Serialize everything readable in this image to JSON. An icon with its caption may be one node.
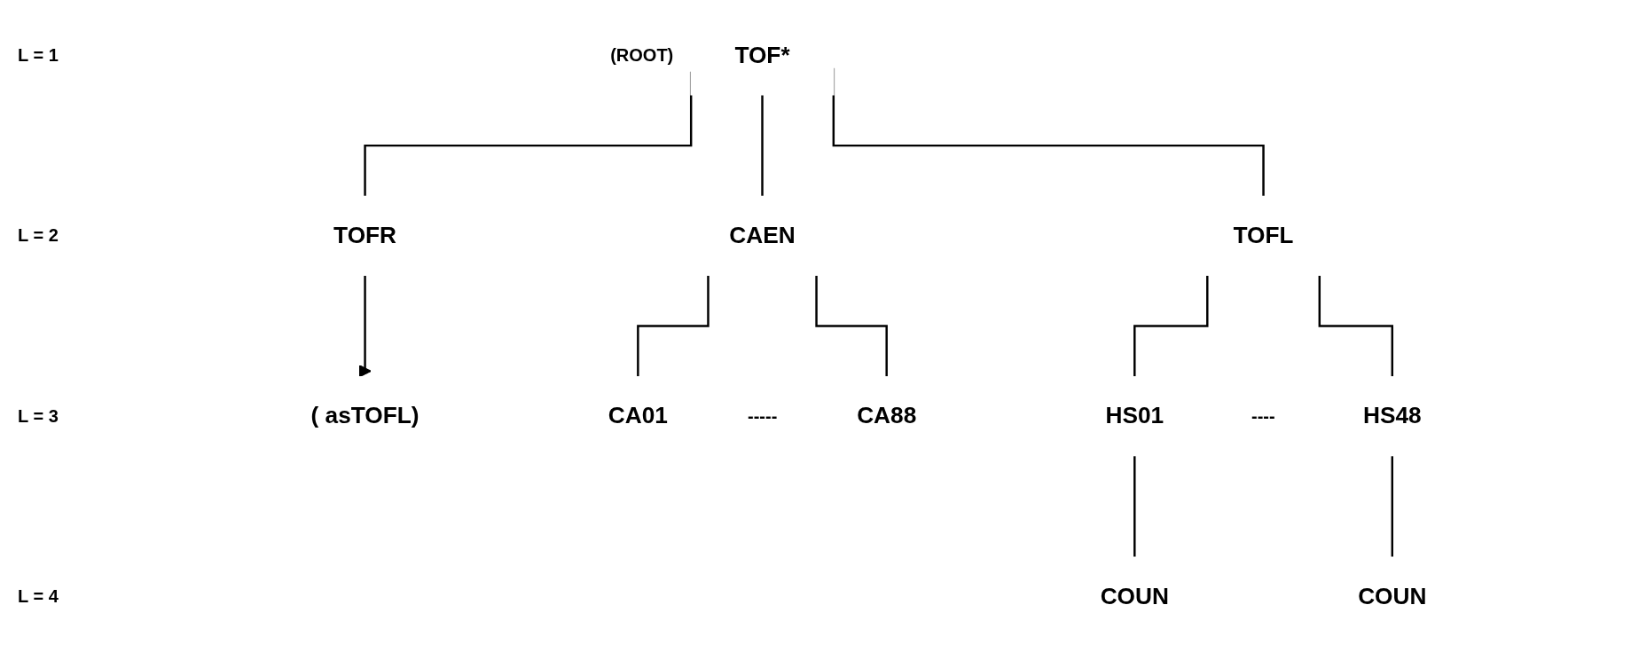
{
  "diagram": {
    "nodes": [
      {
        "text": [
          "TOF*"
        ],
        "beside": [
          "(ROOT)"
        ]
      },
      {
        "text": [
          "CAEN"
        ]
      },
      {
        "text": [
          "TOFL"
        ]
      },
      {
        "text": [
          "TOFR"
        ]
      },
      {
        "text": [
          "( asTOFL)"
        ]
      },
      {
        "text": [
          "CA01"
        ]
      },
      {
        "text": [
          "CA88"
        ]
      },
      {
        "text": [
          "HS01"
        ]
      },
      {
        "text": [
          "HS48"
        ]
      },
      {
        "text": [
          "COUN"
        ]
      },
      {
        "text": [
          "COUN"
        ]
      }
    ],
    "edges": [
      {
        "from": 0,
        "to": 1,
        "arrow": "none"
      },
      {
        "from": 0,
        "to": 2,
        "arrow": "none"
      },
      {
        "from": 0,
        "to": 3,
        "arrow": "none"
      },
      {
        "from": 1,
        "to": 5,
        "arrow": "none"
      },
      {
        "from": 1,
        "to": 6,
        "arrow": "none"
      },
      {
        "from": 2,
        "to": 7,
        "arrow": "none"
      },
      {
        "from": 2,
        "to": 8,
        "arrow": "none"
      },
      {
        "from": 7,
        "to": 9,
        "arrow": "none"
      },
      {
        "from": 8,
        "to": 10,
        "arrow": "none"
      },
      {
        "from": 3,
        "to": 4,
        "arrow": "to"
      }
    ],
    "labels": [
      "L = 1",
      "L = 2",
      "L = 3",
      "-----",
      "----",
      "L = 4"
    ]
  }
}
